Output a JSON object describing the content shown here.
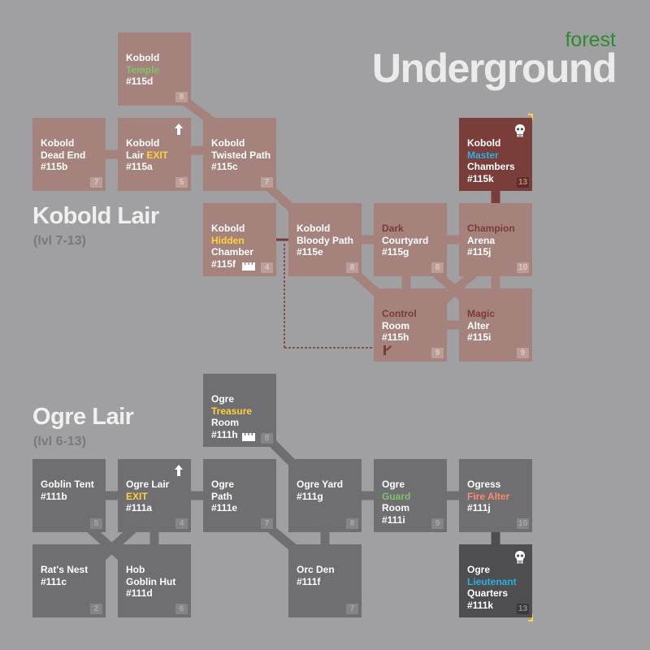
{
  "header": {
    "subtitle": "forest",
    "title": "Underground"
  },
  "sections": {
    "kobold": {
      "title": "Kobold Lair",
      "levels": "(lvl 7-13)"
    },
    "ogre": {
      "title": "Ogre Lair",
      "levels": "(lvl 6-13)"
    }
  },
  "colors": {
    "kobold_room": "#a5837c",
    "kobold_boss": "#7a3e3a",
    "ogre_room": "#6f6f71",
    "ogre_boss": "#4e4e50",
    "white": "#ffffff",
    "green": "#7cc36a",
    "yellow": "#ffd23c",
    "blue": "#2eaee6",
    "orange": "#ff8a6b",
    "maroon": "#7a3a38",
    "title_green": "#2d8a2d"
  },
  "question_mark": "?",
  "kobold_rooms": [
    {
      "id": "k-115d",
      "lines": [
        [
          "Kobold",
          "white"
        ],
        [
          "Temple",
          "green"
        ],
        [
          "#115d",
          "white"
        ]
      ],
      "level": "8"
    },
    {
      "id": "k-115b",
      "lines": [
        [
          "Kobold",
          "white"
        ],
        [
          "Dead End",
          "white"
        ],
        [
          "#115b",
          "white"
        ]
      ],
      "level": "7"
    },
    {
      "id": "k-115a",
      "lines": [
        [
          "Kobold",
          "white"
        ],
        [
          "Lair ",
          "white",
          "EXIT",
          "yellow"
        ],
        [
          "#115a",
          "white"
        ]
      ],
      "level": "5",
      "icon": "exit-arrow-icon"
    },
    {
      "id": "k-115c",
      "lines": [
        [
          "Kobold",
          "white"
        ],
        [
          "Twisted Path",
          "white"
        ],
        [
          "#115c",
          "white"
        ]
      ],
      "level": "7"
    },
    {
      "id": "k-115k",
      "lines": [
        [
          "Kobold",
          "white"
        ],
        [
          "Master",
          "blue"
        ],
        [
          "Chambers",
          "white"
        ],
        [
          "#115k",
          "white"
        ]
      ],
      "level": "13",
      "icon": "skull-icon",
      "boss": true
    },
    {
      "id": "k-115f",
      "lines": [
        [
          "Kobold",
          "white"
        ],
        [
          "Hidden",
          "yellow"
        ],
        [
          "Chamber",
          "white"
        ],
        [
          "#115f",
          "white"
        ]
      ],
      "level": "4",
      "icon": "treasure-chest-icon"
    },
    {
      "id": "k-115e",
      "lines": [
        [
          "Kobold",
          "white"
        ],
        [
          "Bloody Path",
          "white"
        ],
        [
          "#115e",
          "white"
        ]
      ],
      "level": "8"
    },
    {
      "id": "k-115g",
      "lines": [
        [
          "Dark",
          "maroon"
        ],
        [
          "Courtyard",
          "white"
        ],
        [
          "#115g",
          "white"
        ]
      ],
      "level": "8"
    },
    {
      "id": "k-115j",
      "lines": [
        [
          "Champion",
          "maroon"
        ],
        [
          "Arena",
          "white"
        ],
        [
          "#115j",
          "white"
        ]
      ],
      "level": "10"
    },
    {
      "id": "k-115h",
      "lines": [
        [
          "Control",
          "maroon"
        ],
        [
          "Room",
          "white"
        ],
        [
          "#115h",
          "white"
        ]
      ],
      "level": "9",
      "icon": "lever-icon"
    },
    {
      "id": "k-115i",
      "lines": [
        [
          "Magic",
          "maroon"
        ],
        [
          "Alter",
          "white"
        ],
        [
          "#115i",
          "white"
        ]
      ],
      "level": "9"
    }
  ],
  "ogre_rooms": [
    {
      "id": "o-111h",
      "lines": [
        [
          "Ogre",
          "white"
        ],
        [
          "Treasure",
          "yellow"
        ],
        [
          "Room",
          "white"
        ],
        [
          "#111h",
          "white"
        ]
      ],
      "level": "8",
      "icon": "treasure-chest-icon"
    },
    {
      "id": "o-111b",
      "lines": [
        [
          "Goblin Tent",
          "white"
        ],
        [
          "#111b",
          "white"
        ]
      ],
      "level": "5"
    },
    {
      "id": "o-111a",
      "lines": [
        [
          "Ogre Lair",
          "white"
        ],
        [
          "EXIT",
          "yellow"
        ],
        [
          "#111a",
          "white"
        ]
      ],
      "level": "4",
      "icon": "exit-arrow-icon"
    },
    {
      "id": "o-111e",
      "lines": [
        [
          "Ogre",
          "white"
        ],
        [
          "Path",
          "white"
        ],
        [
          "#111e",
          "white"
        ]
      ],
      "level": "7"
    },
    {
      "id": "o-111g",
      "lines": [
        [
          "Ogre Yard",
          "white"
        ],
        [
          "#111g",
          "white"
        ]
      ],
      "level": "8"
    },
    {
      "id": "o-111i",
      "lines": [
        [
          "Ogre",
          "white"
        ],
        [
          "Guard",
          "green"
        ],
        [
          "Room",
          "white"
        ],
        [
          "#111i",
          "white"
        ]
      ],
      "level": "9"
    },
    {
      "id": "o-111j",
      "lines": [
        [
          "Ogress",
          "white"
        ],
        [
          "Fire Alter",
          "orange"
        ],
        [
          "#111j",
          "white"
        ]
      ],
      "level": "10"
    },
    {
      "id": "o-111c",
      "lines": [
        [
          "Rat's Nest",
          "white"
        ],
        [
          "#111c",
          "white"
        ]
      ],
      "level": "2"
    },
    {
      "id": "o-111d",
      "lines": [
        [
          "Hob",
          "white"
        ],
        [
          "Goblin Hut",
          "white"
        ],
        [
          "#111d",
          "white"
        ]
      ],
      "level": "6"
    },
    {
      "id": "o-111f",
      "lines": [
        [
          "Orc Den",
          "white"
        ],
        [
          "#111f",
          "white"
        ]
      ],
      "level": "7"
    },
    {
      "id": "o-111k",
      "lines": [
        [
          "Ogre",
          "white"
        ],
        [
          "Lieutenant",
          "blue"
        ],
        [
          "Quarters",
          "white"
        ],
        [
          "#111k",
          "white"
        ]
      ],
      "level": "13",
      "icon": "skull-icon",
      "boss": true
    }
  ]
}
